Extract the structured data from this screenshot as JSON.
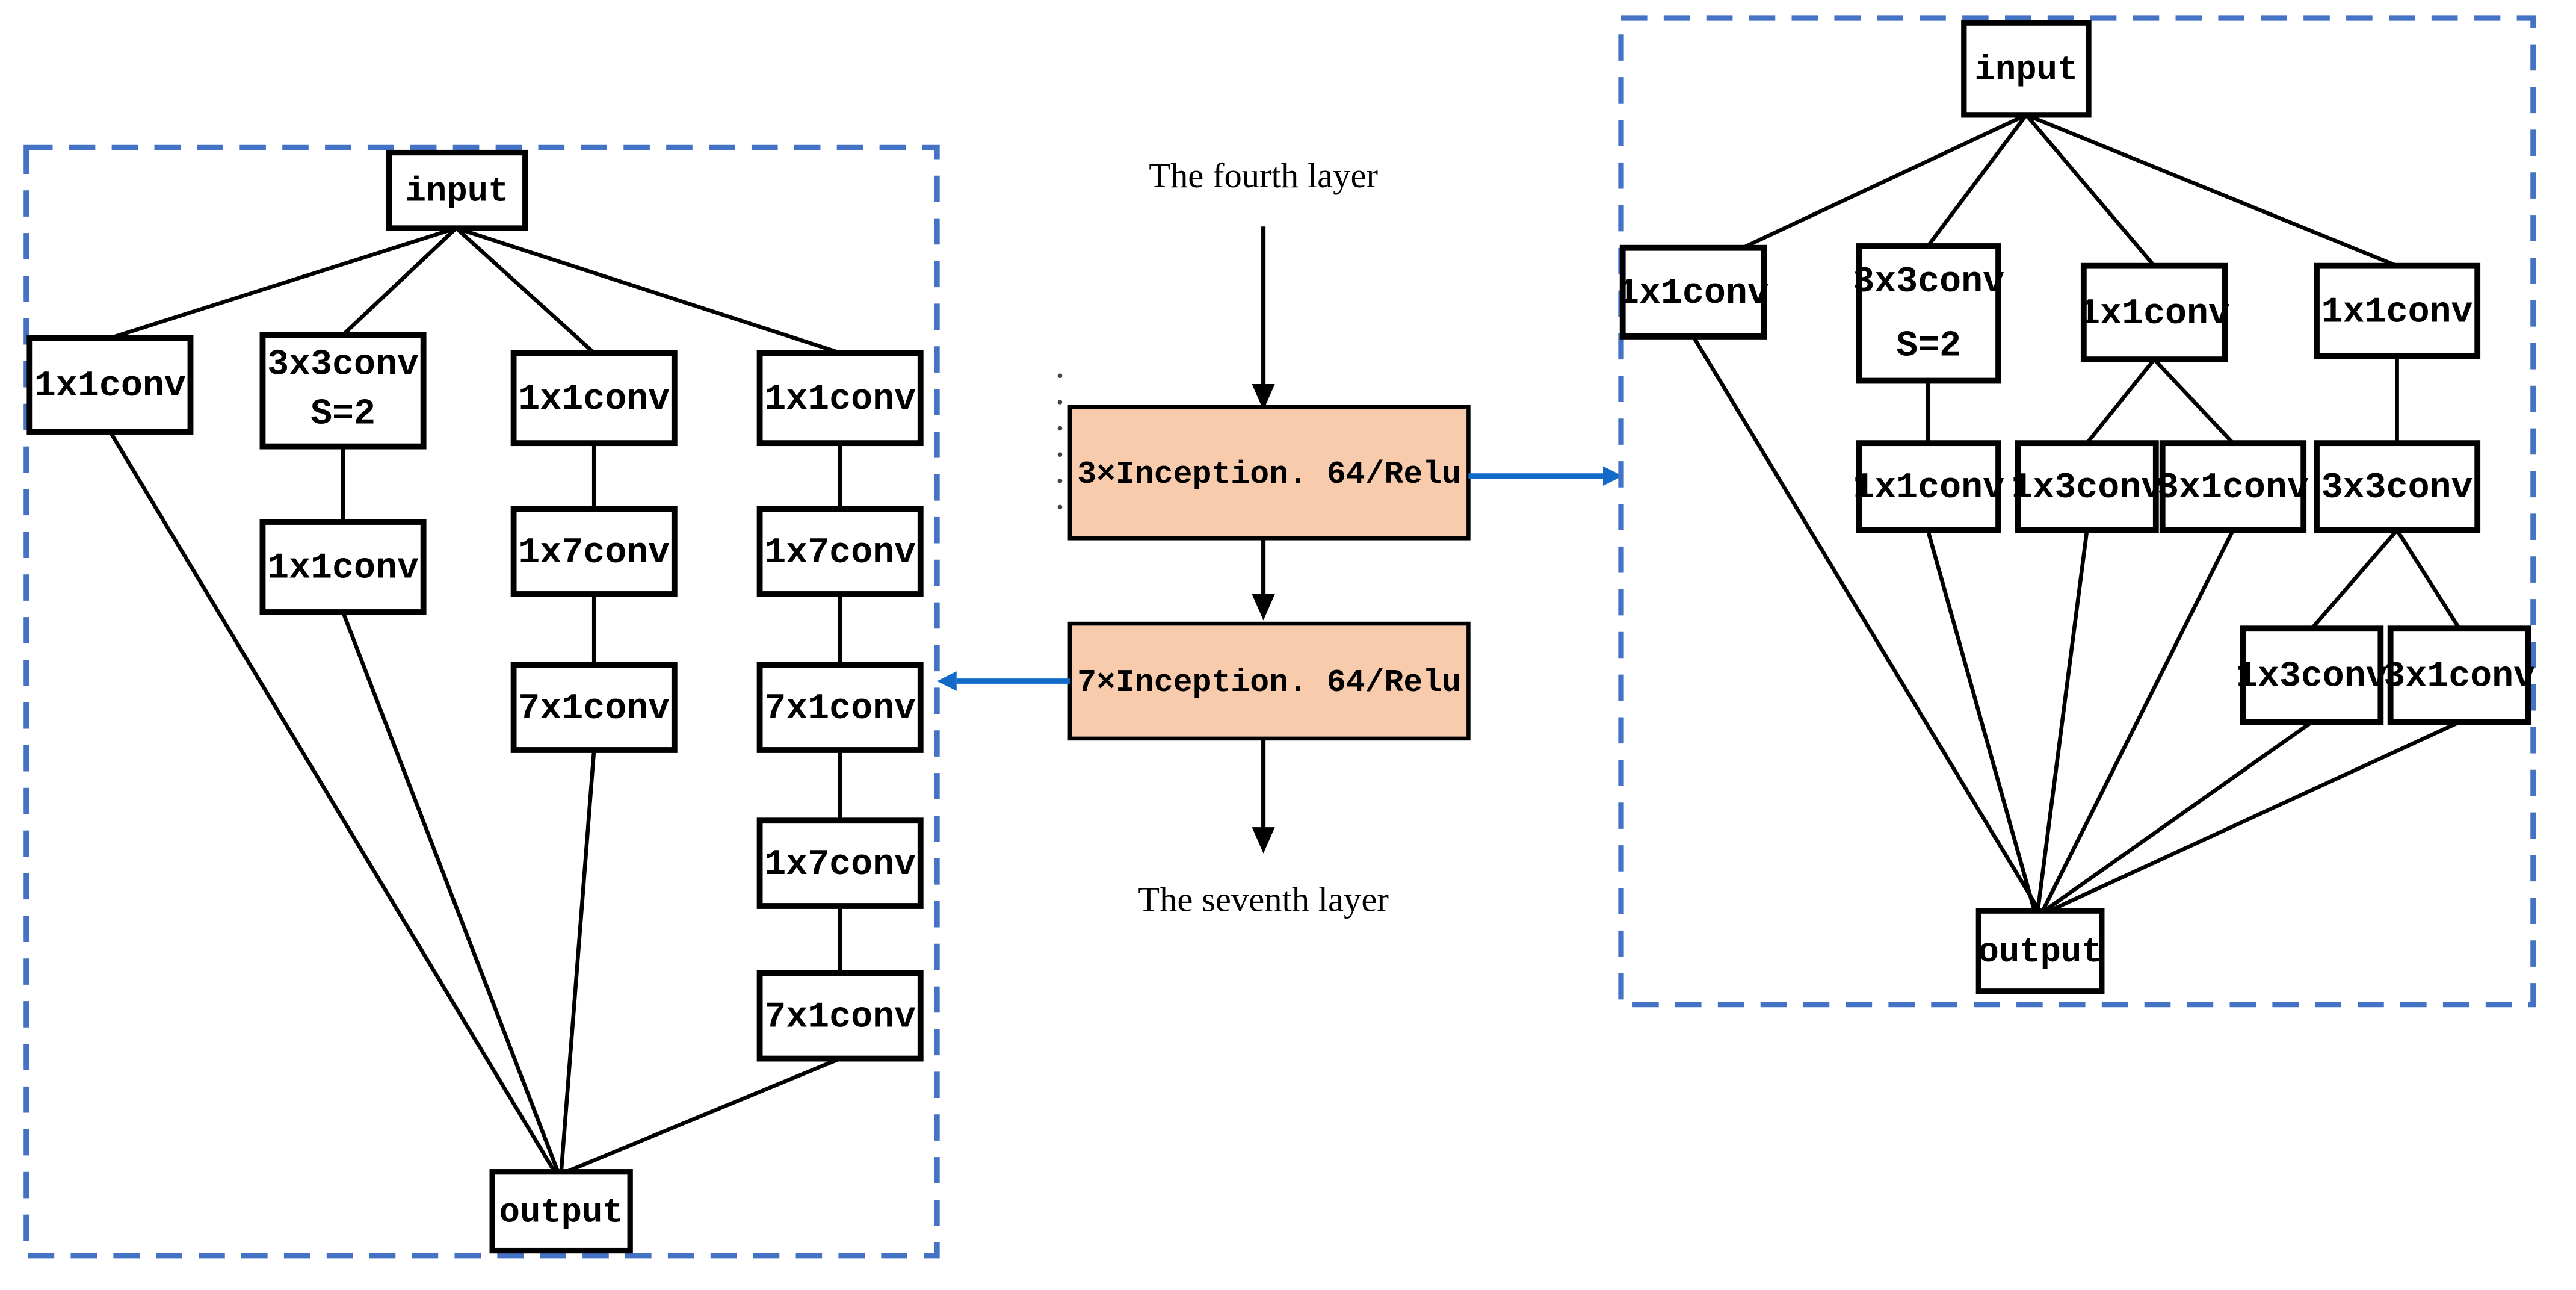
{
  "palette": {
    "panel_dash_blue": "#4472C4",
    "connector_blue": "#1169C8",
    "inception_fill": "#F8CBAD",
    "ink": "#000000"
  },
  "flow_column": {
    "top_label": "The fourth layer",
    "inception3_label": "3×Inception. 64/Relu",
    "inception7_label": "7×Inception. 64/Relu",
    "bottom_label": "The seventh layer"
  },
  "left_module": {
    "input_label": "input",
    "output_label": "output",
    "branch1": {
      "conv": "1x1conv"
    },
    "branch2": {
      "conv_line1": "3x3conv",
      "conv_line2": "S=2",
      "child": "1x1conv"
    },
    "branch3": {
      "conv": "1x1conv",
      "child1": "1x7conv",
      "child2": "7x1conv"
    },
    "branch4": {
      "conv": "1x1conv",
      "child1": "1x7conv",
      "child2": "7x1conv",
      "child3": "1x7conv",
      "child4": "7x1conv"
    }
  },
  "right_module": {
    "input_label": "input",
    "output_label": "output",
    "branch1": {
      "conv": "1x1conv"
    },
    "branch2": {
      "conv_line1": "3x3conv",
      "conv_line2": "S=2",
      "child": "1x1conv"
    },
    "branch3": {
      "conv": "1x1conv",
      "child1": "1x3conv",
      "child2": "3x1conv"
    },
    "branch4": {
      "conv": "1x1conv",
      "child": "3x3conv",
      "grandchild1": "1x3conv",
      "grandchild2": "3x1conv"
    }
  }
}
